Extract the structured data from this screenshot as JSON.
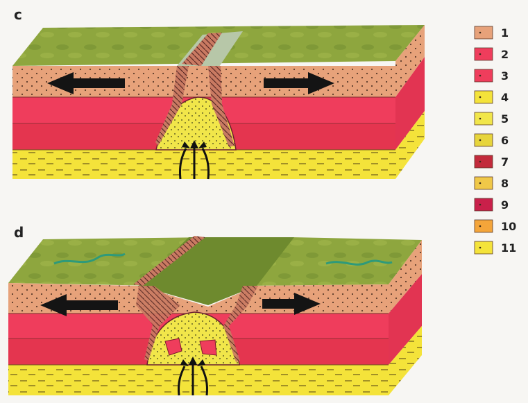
{
  "panels": [
    {
      "letter": "c"
    },
    {
      "letter": "d"
    }
  ],
  "legend": [
    {
      "label": "1",
      "color": "#e7a27a"
    },
    {
      "label": "2",
      "color": "#ef3d5c"
    },
    {
      "label": "3",
      "color": "#ef3d5c"
    },
    {
      "label": "4",
      "color": "#f4e33a"
    },
    {
      "label": "5",
      "color": "#f1e64a"
    },
    {
      "label": "6",
      "color": "#e7d53c"
    },
    {
      "label": "7",
      "color": "#c22a3b"
    },
    {
      "label": "8",
      "color": "#f0c848"
    },
    {
      "label": "9",
      "color": "#c9204a"
    },
    {
      "label": "10",
      "color": "#f4a53a"
    },
    {
      "label": "11",
      "color": "#f4e33a"
    }
  ],
  "colors": {
    "sandstone": "#e7a27a",
    "redLayer": "#ef3d5c",
    "redLayerDark": "#d8314f",
    "yellowLayer": "#f4e33a",
    "surfaceGreen": "#8ea63e",
    "surfaceOlive": "#6e8a2e",
    "arrow": "#141414"
  }
}
